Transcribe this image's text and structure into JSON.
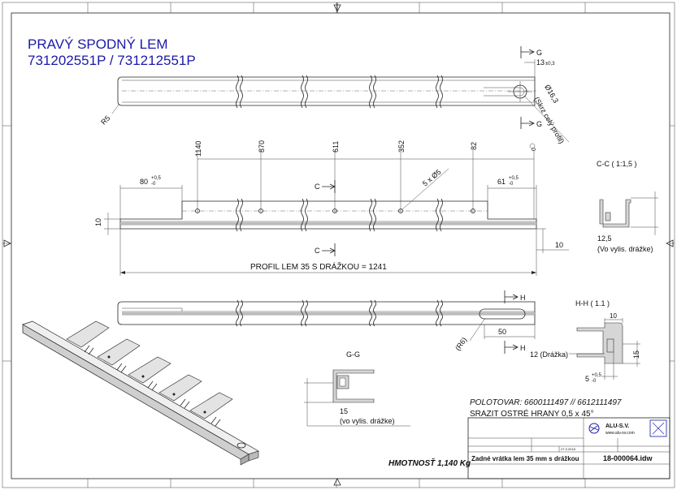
{
  "title": {
    "line1": "PRAVÝ SPODNÝ LEM",
    "line2": "731202551P / 731212551P"
  },
  "dims": {
    "r5": "R5",
    "d13": "13",
    "d13_tol": "±0,3",
    "hole_dia": "Ø16,3",
    "hole_note": "(Skrz celý profil)",
    "g_top": "G",
    "g_bottom": "G",
    "p1140": "1140",
    "p870": "870",
    "p611": "611",
    "p352": "352",
    "p82": "82",
    "p0": "0",
    "holes": "5 x Ø5",
    "d80": "80",
    "d80_up": "+0,5",
    "d80_dn": "-0",
    "d61": "61",
    "d61_up": "+0,5",
    "d61_dn": "-0",
    "c_top": "C",
    "c_bottom": "C",
    "d10_left": "10",
    "d10_right": "10",
    "total": "PROFIL LEM 35 S DRÁŽKOU = 1241",
    "h_top": "H",
    "h_bottom": "H",
    "r6": "(R6)",
    "d50": "50"
  },
  "sections": {
    "cc": {
      "title": "C-C ( 1:1,5 )",
      "dim1": "12,5",
      "dim2": "(Vo vylis. drážke)"
    },
    "hh": {
      "title": "H-H ( 1.1 )",
      "dim_top": "10",
      "dim_groove": "12 (Drážka)",
      "dim_side": "15",
      "dim_bottom": "5",
      "bottom_up": "+0,5",
      "bottom_dn": "-0"
    },
    "gg": {
      "title": "G-G",
      "dim1": "15",
      "dim2": "(vo vylis. drážke)"
    }
  },
  "notes": {
    "polotovar": "POLOTOVAR: 6600111497  // 6612111497",
    "srazit": "SRAZIT OSTRÉ HRANY 0,5 x 45°",
    "hmotnost": "HMOTNOSŤ 1,140 Kg"
  },
  "titleblock": {
    "company": "ALU-S.V.",
    "website": "www.alu-sv.com",
    "description": "Zadné vrátka lem 35 mm s drážkou",
    "drawing_no": "18-000064.idw",
    "date": "27.3.2018"
  },
  "colors": {
    "title": "#1a1aa8",
    "line": "#222222",
    "section_fill": "#d6d6d6"
  }
}
